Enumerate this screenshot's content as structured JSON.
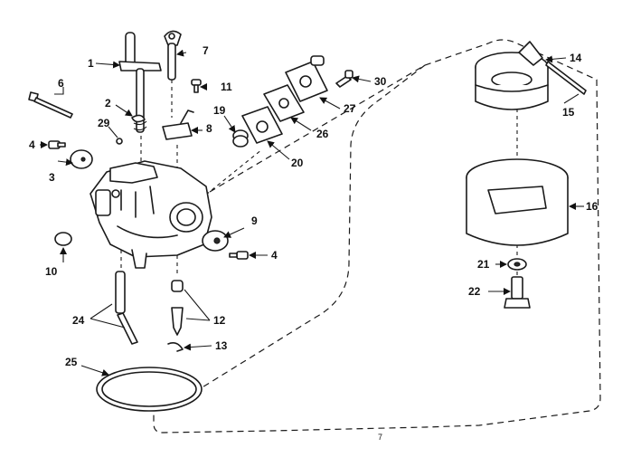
{
  "diagram": {
    "callouts": [
      {
        "id": "c1",
        "text": "1"
      },
      {
        "id": "c2",
        "text": "2"
      },
      {
        "id": "c4a",
        "text": "4"
      },
      {
        "id": "c4b",
        "text": "4"
      },
      {
        "id": "c3",
        "text": "3"
      },
      {
        "id": "c6",
        "text": "6"
      },
      {
        "id": "c7",
        "text": "7"
      },
      {
        "id": "c8",
        "text": "8"
      },
      {
        "id": "c9",
        "text": "9"
      },
      {
        "id": "c10",
        "text": "10"
      },
      {
        "id": "c11",
        "text": "11"
      },
      {
        "id": "c12",
        "text": "12"
      },
      {
        "id": "c13",
        "text": "13"
      },
      {
        "id": "c14",
        "text": "14"
      },
      {
        "id": "c15",
        "text": "15"
      },
      {
        "id": "c16",
        "text": "16"
      },
      {
        "id": "c19",
        "text": "19"
      },
      {
        "id": "c20",
        "text": "20"
      },
      {
        "id": "c21",
        "text": "21"
      },
      {
        "id": "c22",
        "text": "22"
      },
      {
        "id": "c24",
        "text": "24"
      },
      {
        "id": "c25",
        "text": "25"
      },
      {
        "id": "c26",
        "text": "26"
      },
      {
        "id": "c27",
        "text": "27"
      },
      {
        "id": "c29",
        "text": "29"
      },
      {
        "id": "c30",
        "text": "30"
      }
    ],
    "footer_mark": "7"
  }
}
